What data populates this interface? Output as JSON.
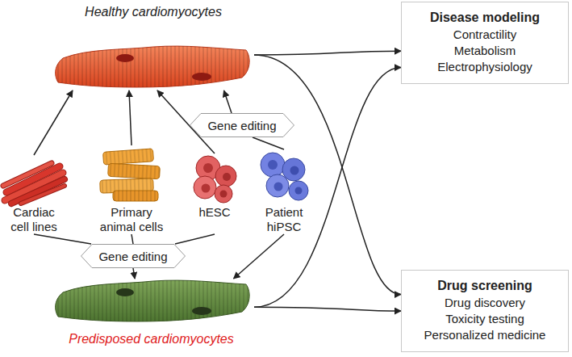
{
  "diagram": {
    "nodes": [
      {
        "text": [
          "Healthy cardiomyocytes"
        ]
      },
      {
        "text": [
          "Gene editing"
        ]
      },
      {
        "text": [
          "Cardiac cell lines"
        ]
      },
      {
        "text": [
          "Primary animal cells"
        ]
      },
      {
        "text": [
          "hESC"
        ]
      },
      {
        "text": [
          "Patient hiPSC"
        ]
      },
      {
        "text": [
          "Gene editing"
        ]
      },
      {
        "text": [
          "Predisposed cardiomyocytes"
        ]
      },
      {
        "text": [
          "Disease modeling",
          "Contractility",
          "Metabolism",
          "Electrophysiology"
        ]
      },
      {
        "text": [
          "Drug screening",
          "Drug discovery",
          "Toxicity testing",
          "Personalized medicine"
        ]
      }
    ],
    "edges": [
      {
        "from": 2,
        "to": 0,
        "arrow": "to"
      },
      {
        "from": 3,
        "to": 0,
        "arrow": "to"
      },
      {
        "from": 4,
        "to": 0,
        "arrow": "to"
      },
      {
        "from": 5,
        "to": 1,
        "arrow": "none"
      },
      {
        "from": 1,
        "to": 0,
        "arrow": "to"
      },
      {
        "from": 2,
        "to": 6,
        "arrow": "none"
      },
      {
        "from": 3,
        "to": 6,
        "arrow": "none"
      },
      {
        "from": 4,
        "to": 6,
        "arrow": "none"
      },
      {
        "from": 6,
        "to": 7,
        "arrow": "to"
      },
      {
        "from": 5,
        "to": 7,
        "arrow": "to"
      },
      {
        "from": 0,
        "to": 8,
        "arrow": "to"
      },
      {
        "from": 0,
        "to": 9,
        "arrow": "to"
      },
      {
        "from": 7,
        "to": 8,
        "arrow": "to"
      },
      {
        "from": 7,
        "to": 9,
        "arrow": "to"
      }
    ]
  }
}
